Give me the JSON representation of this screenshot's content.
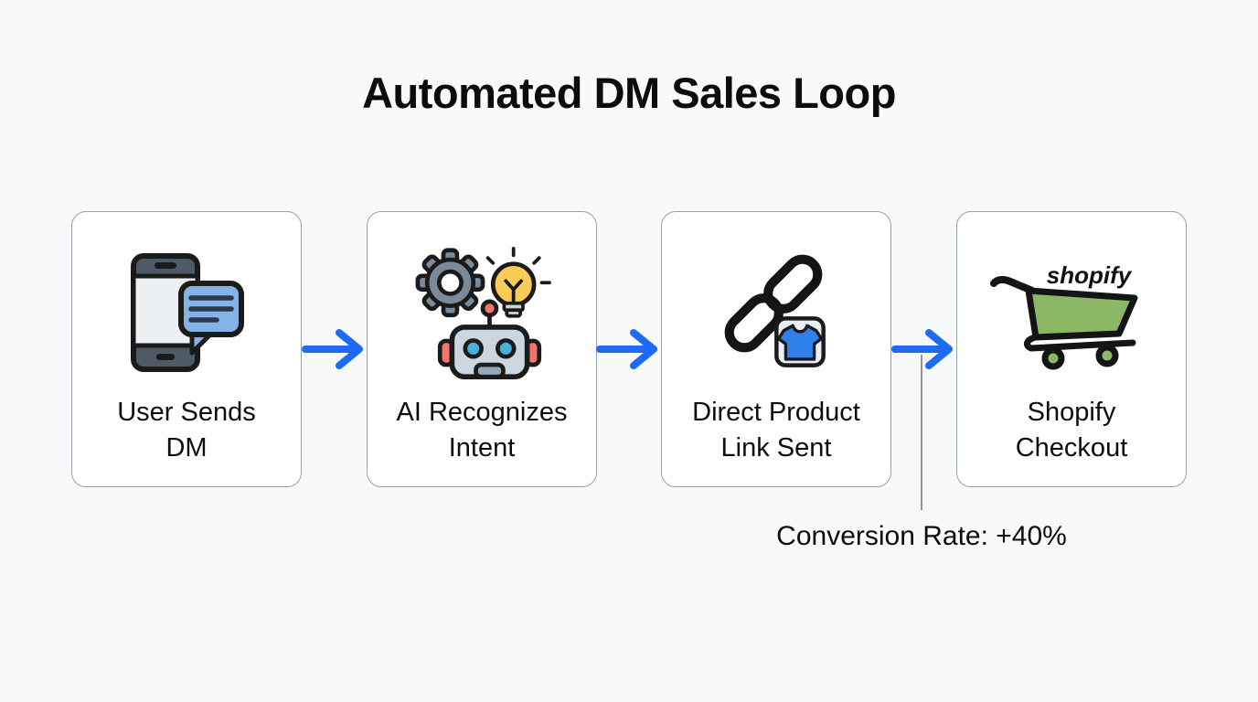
{
  "title": "Automated DM Sales Loop",
  "steps": [
    {
      "label": [
        "User Sends",
        "DM"
      ],
      "icon": "phone-dm-icon"
    },
    {
      "label": [
        "AI Recognizes",
        "Intent"
      ],
      "icon": "ai-robot-icon"
    },
    {
      "label": [
        "Direct Product",
        "Link Sent"
      ],
      "icon": "product-link-icon"
    },
    {
      "label": [
        "Shopify",
        "Checkout"
      ],
      "icon": "shopify-cart-icon",
      "wordmark": "shopify"
    }
  ],
  "annotation": {
    "label": "Conversion Rate: +40%"
  },
  "colors": {
    "background": "#f8f9fa",
    "box_border": "#99a1a8",
    "arrow_blue": "#1e6af2",
    "text": "#0d0d0f",
    "connector_gray": "#8f959b",
    "bubble_blue": "#84b3e8",
    "phone_slate": "#4e5a68",
    "gear_gray": "#7b8a99",
    "bulb_yellow": "#f9cb57",
    "robot_head_gray": "#ccd6e0",
    "robot_coral": "#f2776b",
    "robot_eye_blue": "#4ab1d8",
    "tshirt_blue": "#2f80e8",
    "badge_fill": "#e9eff8",
    "shopify_green": "#8cb765",
    "link_black": "#141414"
  }
}
